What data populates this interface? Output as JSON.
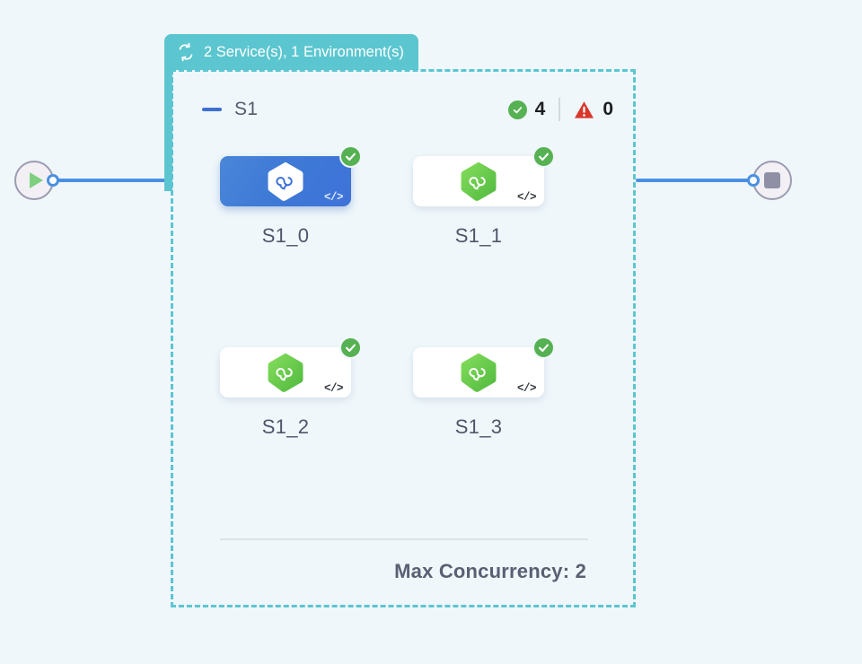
{
  "canvas": {
    "background": "#eff7fb",
    "accent_blue": "#4a90e2",
    "accent_teal": "#5cc6d0",
    "success_green": "#56b152",
    "error_red": "#d9372a"
  },
  "start_node": {
    "icon": "play-icon",
    "label": "Start"
  },
  "end_node": {
    "icon": "stop-icon",
    "label": "End"
  },
  "group": {
    "tab": {
      "icon": "loop-icon",
      "label": "2 Service(s), 1 Environment(s)"
    },
    "header": {
      "collapse_icon": "minus-icon",
      "name": "S1",
      "status": {
        "success_icon": "check-circle-icon",
        "success_count": "4",
        "error_icon": "warning-triangle-icon",
        "error_count": "0"
      }
    },
    "nodes": [
      {
        "label": "S1_0",
        "selected": true,
        "status": "success",
        "badge_icon": "check-circle-icon",
        "code_icon": "</>"
      },
      {
        "label": "S1_1",
        "selected": false,
        "status": "success",
        "badge_icon": "check-circle-icon",
        "code_icon": "</>"
      },
      {
        "label": "S1_2",
        "selected": false,
        "status": "success",
        "badge_icon": "check-circle-icon",
        "code_icon": "</>"
      },
      {
        "label": "S1_3",
        "selected": false,
        "status": "success",
        "badge_icon": "check-circle-icon",
        "code_icon": "</>"
      }
    ],
    "footer": {
      "max_concurrency_label": "Max Concurrency: 2"
    }
  }
}
